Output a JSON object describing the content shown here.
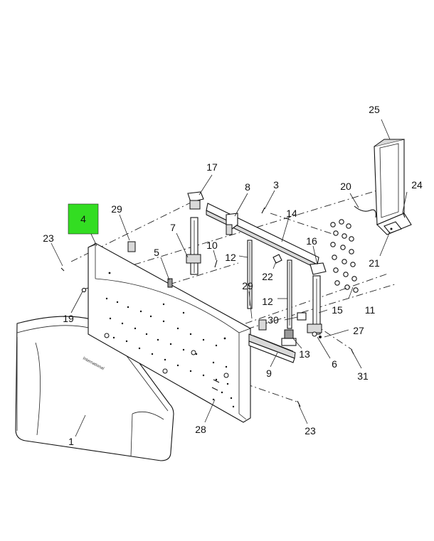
{
  "highlight": {
    "callout": "4",
    "color": "#33dd22"
  },
  "callouts": {
    "c1": "1",
    "c3": "3",
    "c5": "5",
    "c6": "6",
    "c7": "7",
    "c8": "8",
    "c9": "9",
    "c10": "10",
    "c11": "11",
    "c12a": "12",
    "c12b": "12",
    "c13": "13",
    "c14": "14",
    "c15": "15",
    "c16": "16",
    "c17": "17",
    "c19": "19",
    "c20": "20",
    "c21": "21",
    "c22": "22",
    "c23a": "23",
    "c23b": "23",
    "c24": "24",
    "c25": "25",
    "c27": "27",
    "c28": "28",
    "c29a": "29",
    "c29b": "29",
    "c30": "30",
    "c31": "31"
  },
  "logo_text": "International"
}
